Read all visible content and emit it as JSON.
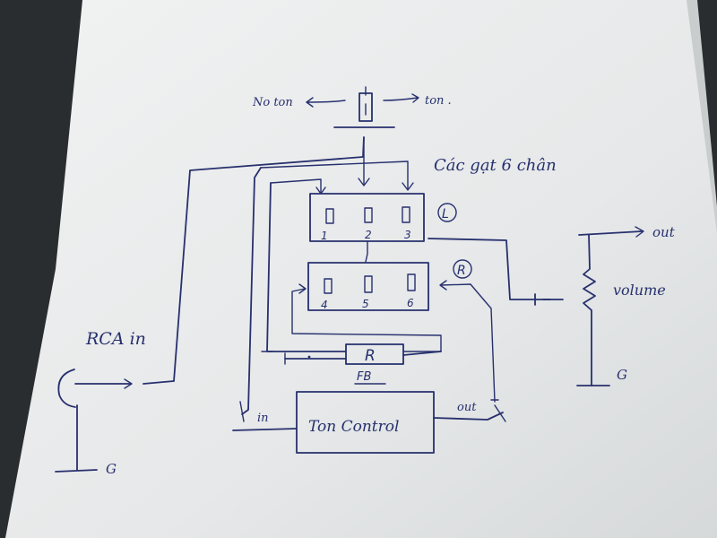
{
  "switch": {
    "left_label": "No ton",
    "right_label": "ton ."
  },
  "switch_group_label": "Các gạt 6 chân",
  "left_block": {
    "badge": "L",
    "pins": [
      "1",
      "2",
      "3"
    ]
  },
  "right_block": {
    "badge": "R",
    "pins": [
      "4",
      "5",
      "6"
    ]
  },
  "resistor": {
    "symbol": "R",
    "name": "FB"
  },
  "tone_control": {
    "label": "Ton Control",
    "in_label": "in",
    "out_label": "out"
  },
  "rca": {
    "label": "RCA in",
    "ground": "G"
  },
  "volume": {
    "out_label": "out",
    "label": "volume",
    "ground": "G"
  },
  "colors": {
    "ink": "#27306e",
    "paper": "#e6e8e8"
  }
}
